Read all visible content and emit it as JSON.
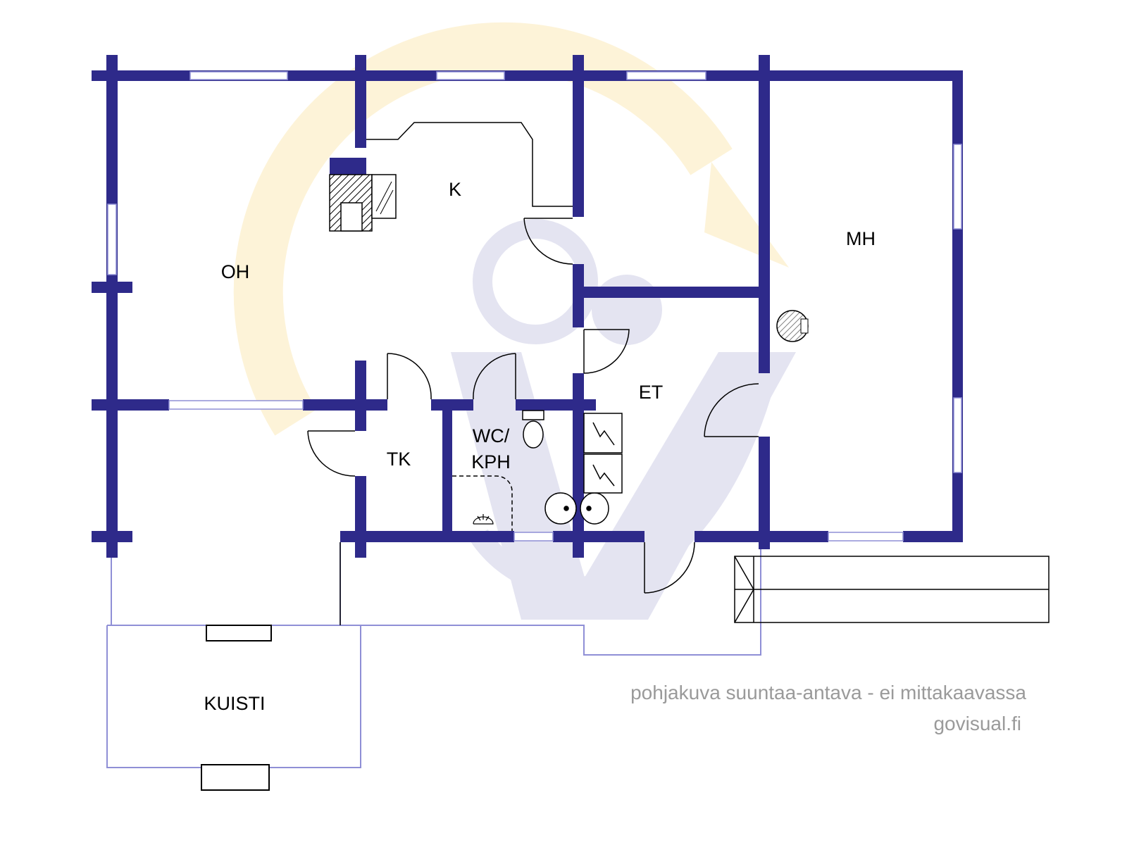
{
  "rooms": {
    "oh": "OH",
    "k": "K",
    "mh": "MH",
    "et": "ET",
    "tk": "TK",
    "wc_line1": "WC/",
    "wc_line2": "KPH",
    "kuisti": "KUISTI"
  },
  "note": {
    "line1": "pohjakuva suuntaa-antava - ei mittakaavassa",
    "line2": "govisual.fi"
  },
  "colors": {
    "wall": "#2e2a8a",
    "thin_line": "#8f8fd6",
    "watermark_yellow": "#fdf3d8",
    "watermark_blue": "#e4e4f1",
    "note_text": "#9a9a9a",
    "hatch": "#000000"
  },
  "icons": [
    "fireplace-icon",
    "stove-icon",
    "toilet-icon",
    "sink-icon",
    "electrical-panel-icon"
  ]
}
